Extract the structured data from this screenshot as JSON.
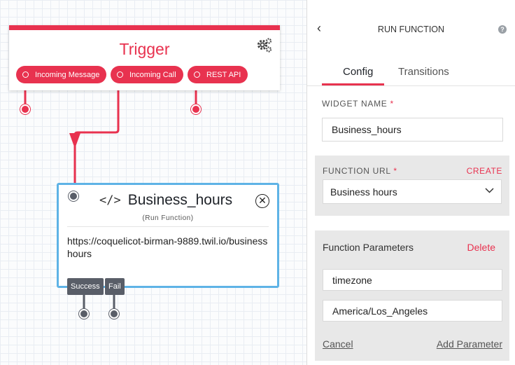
{
  "trigger": {
    "title": "Trigger",
    "outputs": [
      "Incoming Message",
      "Incoming Call",
      "REST API"
    ]
  },
  "widget": {
    "title": "Business_hours",
    "subtitle": "(Run Function)",
    "url": "https://coquelicot-birman-9889.twil.io/businesshours",
    "outputs": [
      "Success",
      "Fail"
    ]
  },
  "panel": {
    "title": "RUN FUNCTION",
    "tabs": [
      "Config",
      "Transitions"
    ],
    "widget_name_label": "WIDGET NAME",
    "widget_name_value": "Business_hours",
    "function_url_label": "FUNCTION URL",
    "create_label": "CREATE",
    "function_url_value": "Business hours",
    "function_parameters_label": "Function Parameters",
    "delete_label": "Delete",
    "param_key": "timezone",
    "param_value": "America/Los_Angeles",
    "cancel_label": "Cancel",
    "add_parameter_label": "Add Parameter",
    "required_mark": "*"
  },
  "colors": {
    "accent": "#e8324f",
    "widget_border": "#5eb3e6",
    "output_tag": "#595e68"
  }
}
